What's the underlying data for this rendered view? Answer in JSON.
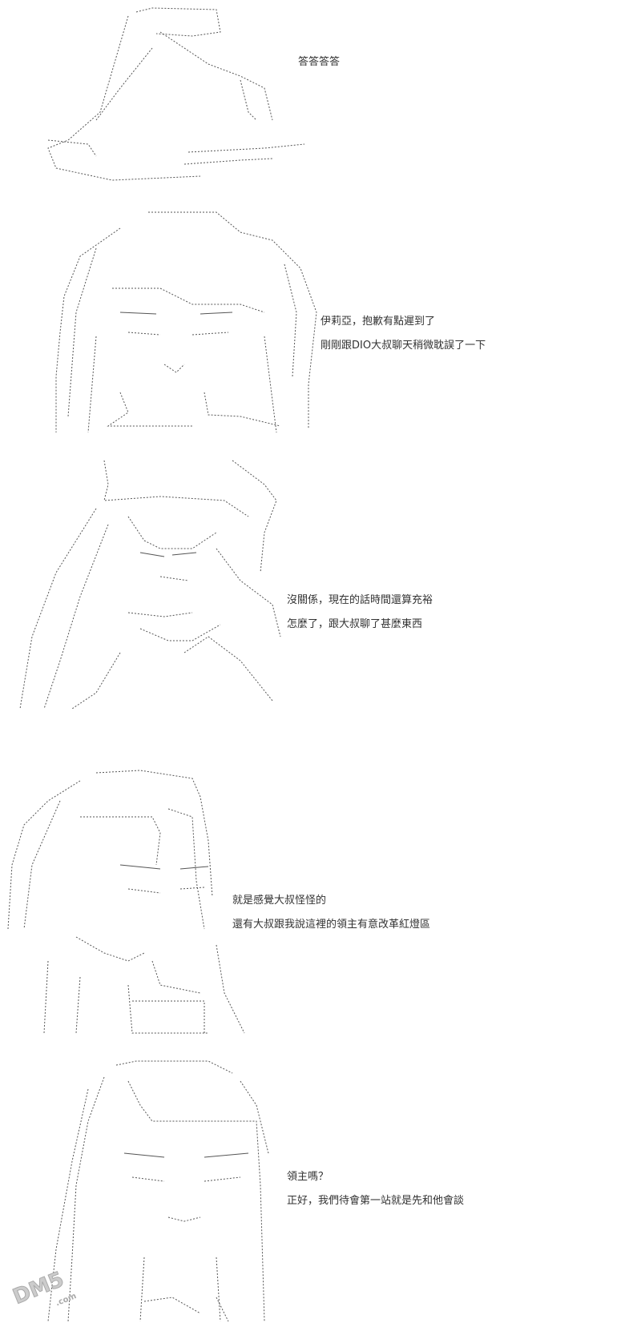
{
  "panels": [
    {
      "id": "p1",
      "sfx": "答答答答",
      "lines": []
    },
    {
      "id": "p2",
      "lines": [
        "伊莉亞，抱歉有點遲到了",
        "剛剛跟DIO大叔聊天稍微耽誤了一下"
      ]
    },
    {
      "id": "p3",
      "lines": [
        "沒關係，現在的話時間還算充裕",
        "怎麼了，跟大叔聊了甚麼東西"
      ]
    },
    {
      "id": "p4",
      "lines": [
        "就是感覺大叔怪怪的",
        "還有大叔跟我說這裡的領主有意改革紅燈區"
      ]
    },
    {
      "id": "p5",
      "lines": [
        "領主嗎？",
        "正好，我們待會第一站就是先和他會談"
      ]
    }
  ],
  "watermark": {
    "text": "DM5",
    "sub": ".com",
    "color": "#bbbbbb"
  }
}
